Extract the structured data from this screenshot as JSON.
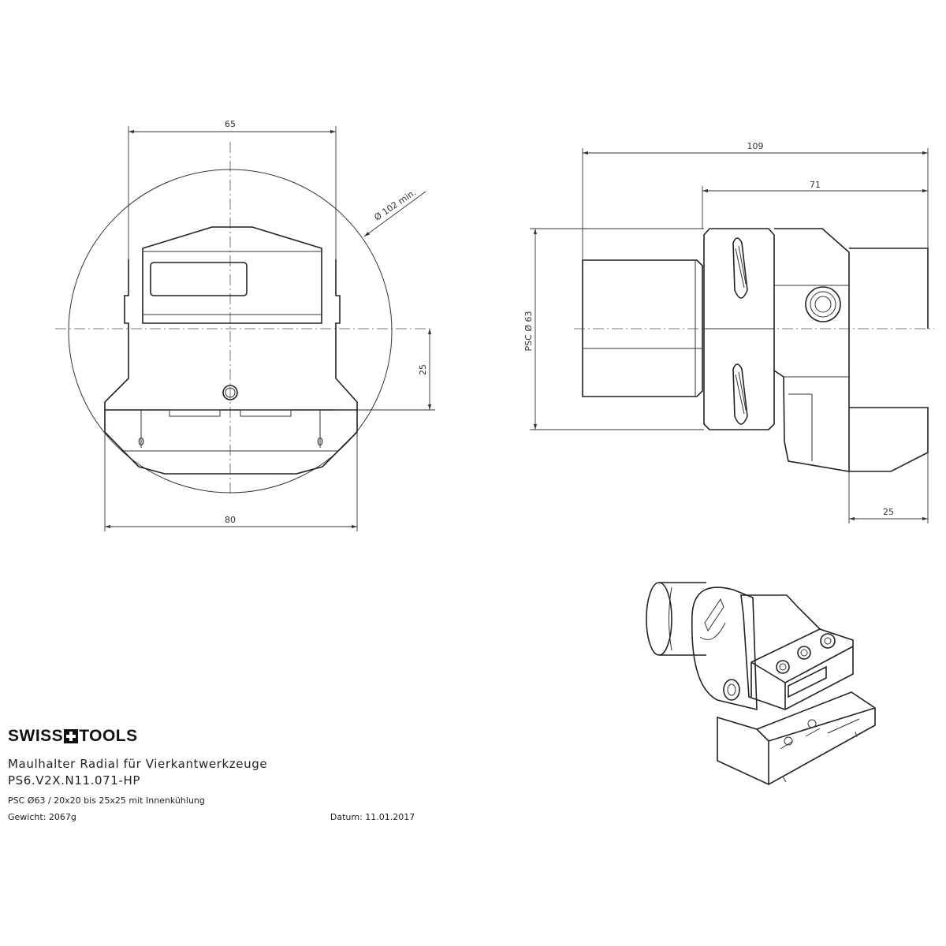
{
  "drawing": {
    "front_view": {
      "dim_width_top": "65",
      "dim_circle": "Ø 102 min.",
      "dim_height": "25",
      "dim_width_bottom": "80",
      "mark_left": "0",
      "mark_right": "0"
    },
    "side_view": {
      "dim_total": "109",
      "dim_head": "71",
      "dim_diameter": "PSC Ø 63",
      "dim_bottom": "25"
    }
  },
  "title_block": {
    "brand_left": "SWISS",
    "brand_right": "TOOLS",
    "title": "Maulhalter Radial für Vierkantwerkzeuge",
    "part_number": "PS6.V2X.N11.071-HP",
    "description": "PSC Ø63 / 20x20 bis 25x25 mit Innenkühlung",
    "weight": "Gewicht: 2067g",
    "date": "Datum: 11.01.2017"
  }
}
